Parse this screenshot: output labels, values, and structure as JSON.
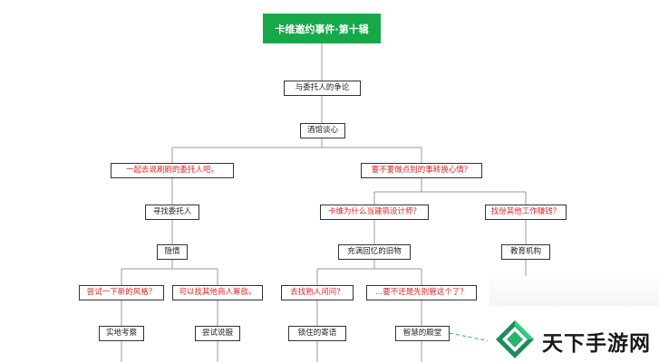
{
  "diagram": {
    "title": "卡维邀约事件·第十辑",
    "nodes": {
      "dispute": "与委托人的争论",
      "tavern": "酒馆谈心",
      "talk_client": "一起去说刷刷的委托人吧。",
      "change_mood": "要不要做点别的事转换心情？",
      "find_client": "寻找委托人",
      "why_architect": "卡维为什么当建筑设计师？",
      "other_work": "找份其他工作赚钱？",
      "hidden": "隐情",
      "memories": "充满回忆的旧物",
      "education": "教育机构",
      "new_style": "尝试一下新的风格？",
      "other_merchant": "可以找其他商人筹款。",
      "ask_acquaintance": "去找熟人问问？",
      "leave_it": "...要不还是先别管这个了？",
      "site_visit": "实地考察",
      "persuade": "尝试说服",
      "lock_letter": "锁住的寄语",
      "wisdom_hall": "智慧的殿堂"
    }
  },
  "colors": {
    "root_bg": "#17a84a",
    "option_text": "#e02020",
    "connector": "#999999",
    "dashed_connector": "#2bb673"
  },
  "watermark": {
    "text": "天下手游网",
    "logo_icon": "diamond-logo-icon"
  }
}
